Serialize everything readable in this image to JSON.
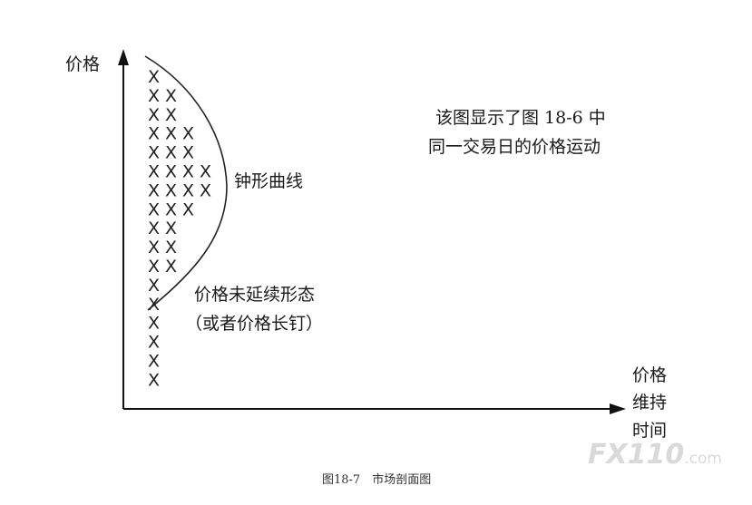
{
  "axes": {
    "y_label": "价格",
    "x_label_lines": [
      "价格",
      "维持",
      "时间"
    ]
  },
  "annotations": {
    "bell_curve": "钟形曲线",
    "note_lines": [
      "该图显示了图 18-6 中",
      "同一交易日的价格运动"
    ],
    "spike_lines": [
      "价格未延续形态",
      "（或者价格长钉）"
    ]
  },
  "profile": {
    "mark": "X",
    "row_counts": [
      1,
      2,
      2,
      3,
      3,
      4,
      4,
      3,
      2,
      2,
      2,
      1,
      1,
      1,
      1,
      1,
      1
    ]
  },
  "caption": "图18-7　市场剖面图",
  "watermark": {
    "main": "FX110",
    "suffix": ".com"
  }
}
